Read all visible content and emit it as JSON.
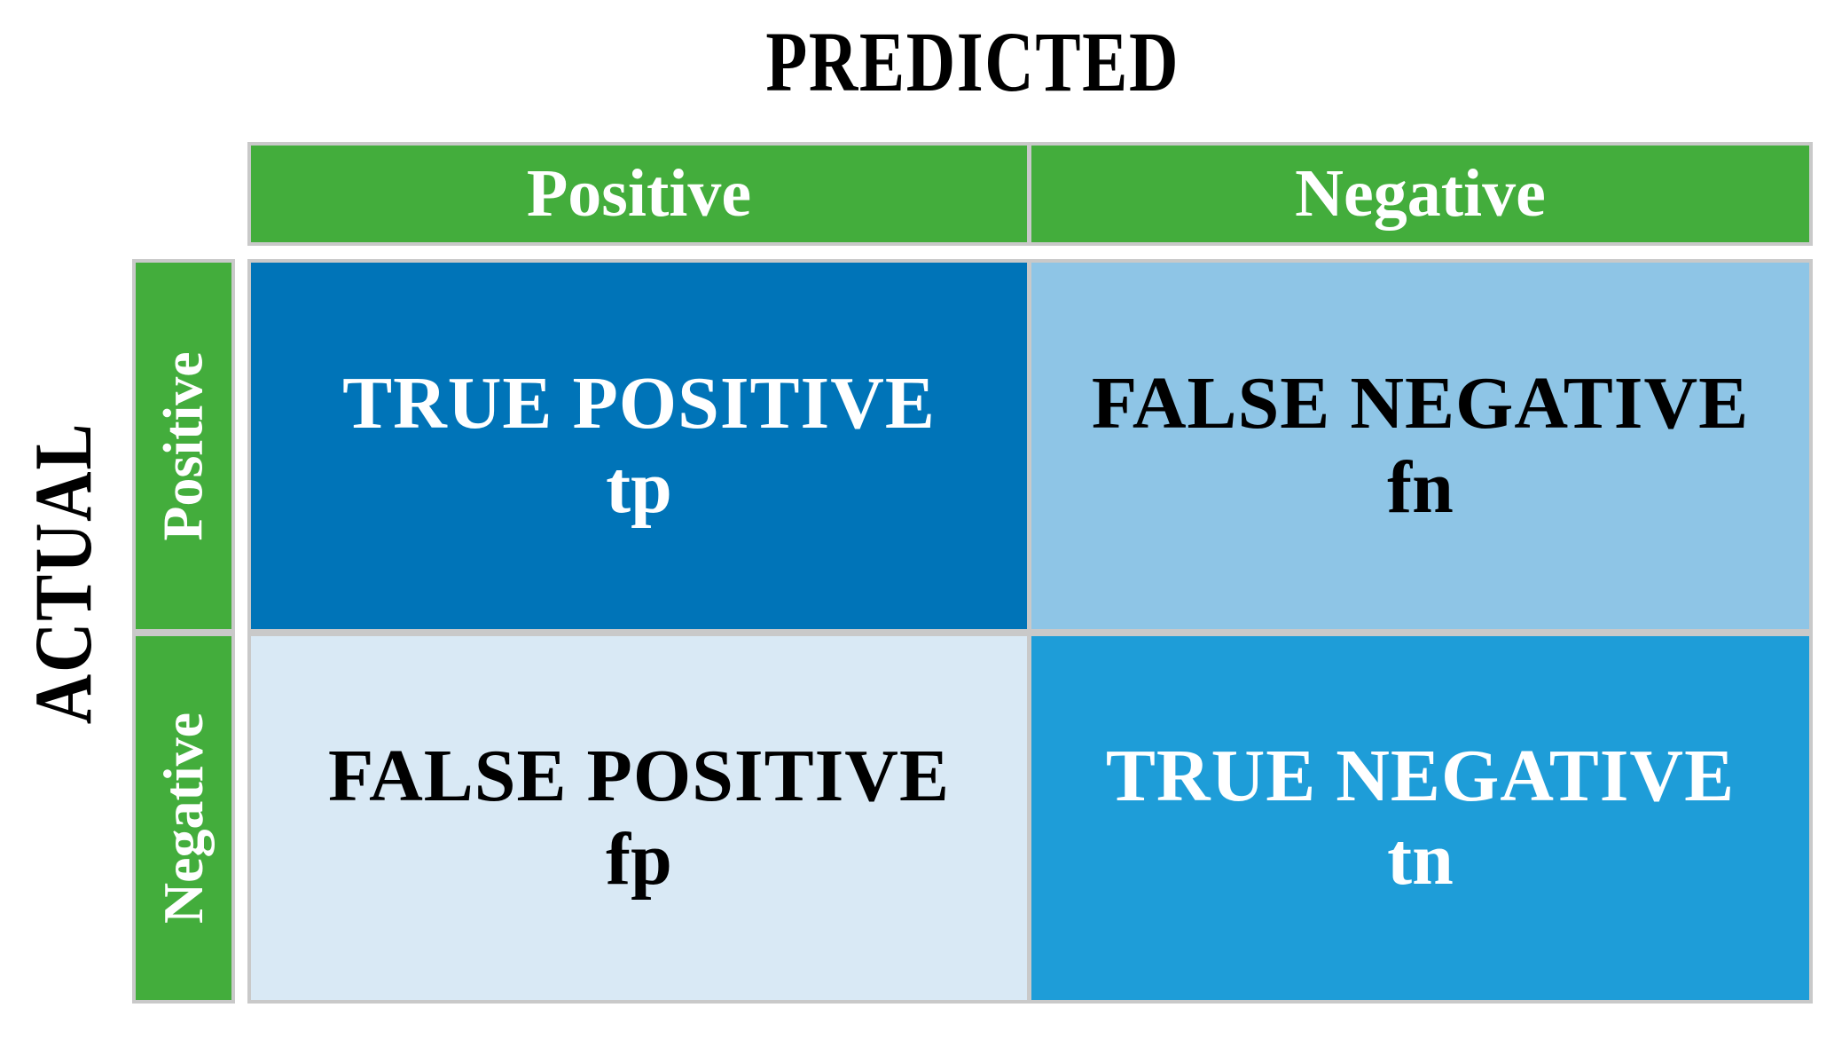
{
  "diagram": {
    "type": "confusion-matrix",
    "title": "PREDICTED",
    "row_axis_label": "ACTUAL",
    "predicted_classes": [
      "Positive",
      "Negative"
    ],
    "actual_classes": [
      "Positive",
      "Negative"
    ],
    "cells": [
      {
        "id": "tp",
        "actual": "Positive",
        "predicted": "Positive",
        "label": "TRUE POSITIVE",
        "abbr": "tp"
      },
      {
        "id": "fn",
        "actual": "Positive",
        "predicted": "Negative",
        "label": "FALSE NEGATIVE",
        "abbr": "fn"
      },
      {
        "id": "fp",
        "actual": "Negative",
        "predicted": "Positive",
        "label": "FALSE POSITIVE",
        "abbr": "fp"
      },
      {
        "id": "tn",
        "actual": "Negative",
        "predicted": "Negative",
        "label": "TRUE NEGATIVE",
        "abbr": "tn"
      }
    ],
    "colors": {
      "header_green": "#43AD3C",
      "border_gray": "#C9C9C9",
      "true_positive_blue": "#0074B8",
      "false_negative_blue": "#8EC5E6",
      "false_positive_blue": "#D9E9F5",
      "true_negative_blue": "#1E9DD8",
      "header_text": "#FFFFFF",
      "dark_text": "#000000"
    }
  }
}
